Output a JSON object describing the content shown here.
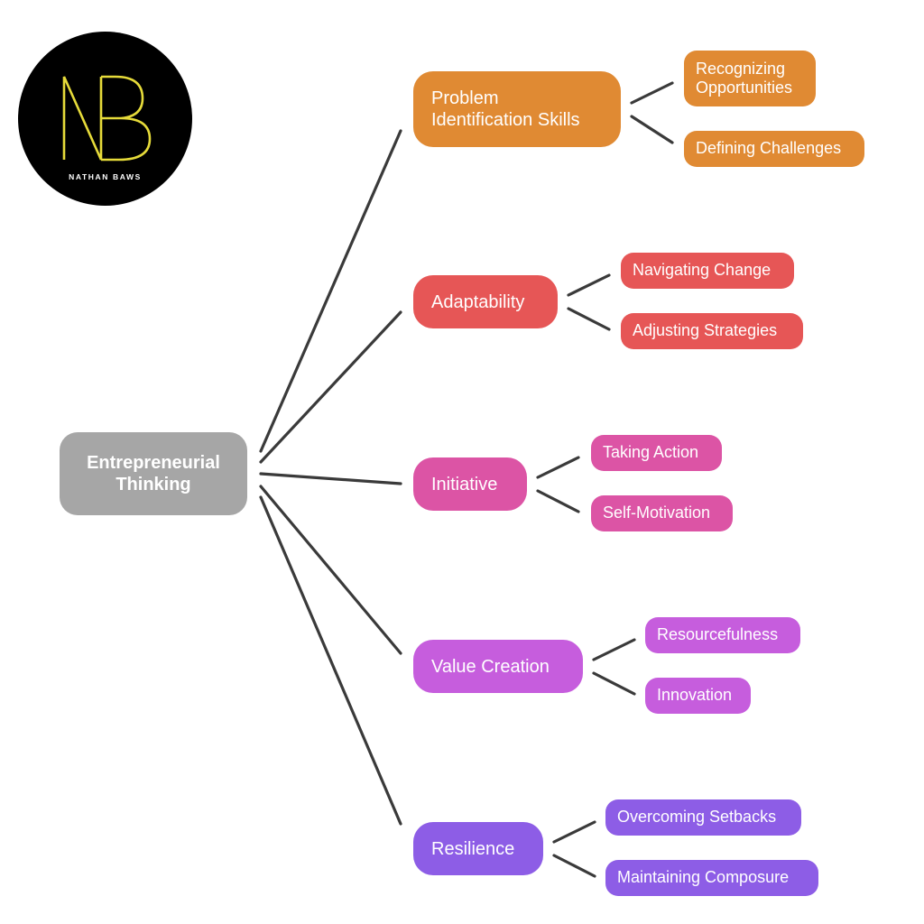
{
  "logo": {
    "monogram": "NB",
    "brand_name": "NATHAN BAWS",
    "background": "#000000",
    "accent": "#e6db3a"
  },
  "root": {
    "label": "Entrepreneurial Thinking",
    "color": "#a6a6a6"
  },
  "branches": [
    {
      "label": "Problem Identification Skills",
      "color": "#e08a33",
      "children": [
        "Recognizing Opportunities",
        "Defining Challenges"
      ]
    },
    {
      "label": "Adaptability",
      "color": "#e65656",
      "children": [
        "Navigating Change",
        "Adjusting Strategies"
      ]
    },
    {
      "label": "Initiative",
      "color": "#dc54a5",
      "children": [
        "Taking Action",
        "Self-Motivation"
      ]
    },
    {
      "label": "Value Creation",
      "color": "#c65ddd",
      "children": [
        "Resourcefulness",
        "Innovation"
      ]
    },
    {
      "label": "Resilience",
      "color": "#8d5de6",
      "children": [
        "Overcoming Setbacks",
        "Maintaining Composure"
      ]
    }
  ]
}
